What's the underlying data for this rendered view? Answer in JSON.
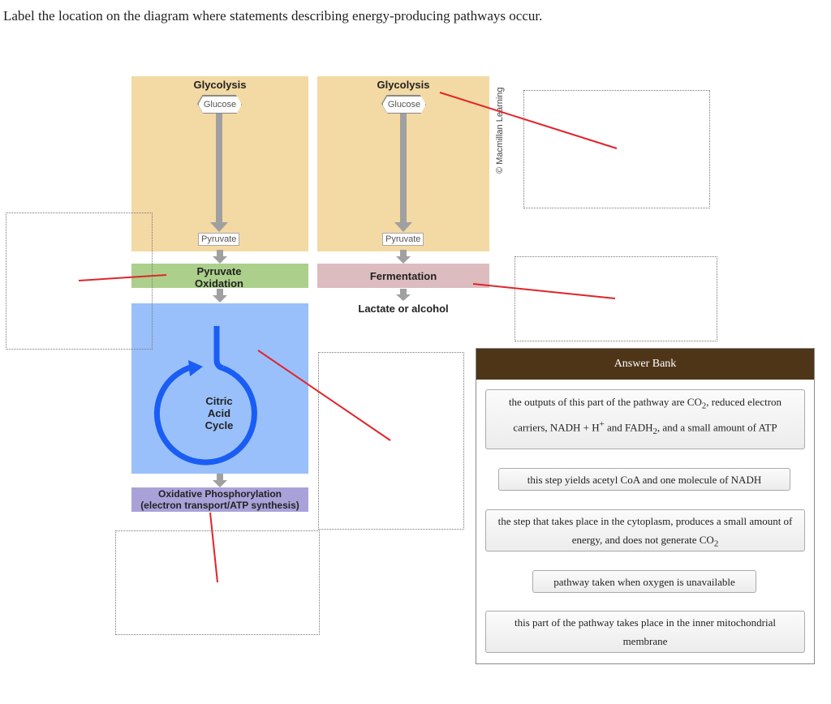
{
  "question": "Label the location on the diagram where statements describing energy-producing pathways occur.",
  "diagram": {
    "left_glycolysis": "Glycolysis",
    "right_glycolysis": "Glycolysis",
    "glucose_left": "Glucose",
    "glucose_right": "Glucose",
    "pyruvate_left": "Pyruvate",
    "pyruvate_right": "Pyruvate",
    "pyruvate_oxidation": "Pyruvate Oxidation",
    "fermentation": "Fermentation",
    "lactate": "Lactate or alcohol",
    "citric_acid_cycle": "Citric Acid Cycle",
    "oxphos_line1": "Oxidative Phosphorylation",
    "oxphos_line2": "(electron transport/ATP synthesis)",
    "credit": "© Macmillan Learning"
  },
  "colors": {
    "glycolysis": "#f3d9a4",
    "pyruvate_oxidation": "#acd08b",
    "fermentation": "#dcbcbf",
    "citric_acid_cycle": "#9ac0fb",
    "oxphos": "#a9a2d9",
    "cycle_arrow": "#1a5df5",
    "leader_line": "#e0242a",
    "bank_header": "#4e3518"
  },
  "answer_bank": {
    "title": "Answer Bank",
    "items": [
      {
        "pre": "the outputs of this part of the pathway are CO",
        "sub1": "2",
        "mid1": ", reduced electron carriers, NADH + H",
        "sup": "+",
        "mid2": " and FADH",
        "sub2": "2",
        "post": ", and a small amount of ATP"
      },
      {
        "text": "this step yields acetyl CoA and one molecule of NADH"
      },
      {
        "pre": "the step that takes place in the cytoplasm, produces a small amount of energy, and does not generate CO",
        "sub1": "2"
      },
      {
        "text": "pathway taken when oxygen is unavailable"
      },
      {
        "text": "this part of the pathway takes place in the inner mitochondrial membrane"
      }
    ]
  }
}
